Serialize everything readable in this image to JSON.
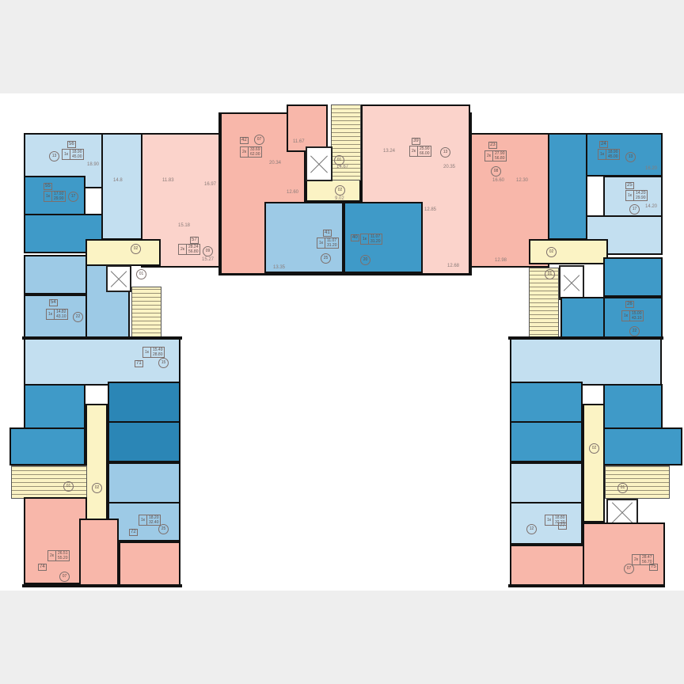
{
  "plan": {
    "colors": {
      "background_band": "#eeeeee",
      "studio_light": "#c3dff0",
      "studio_mid": "#9dcae6",
      "one_room_dark": "#3f9ac8",
      "one_room_deep": "#2b86b6",
      "two_room_pink": "#f8b7aa",
      "two_room_light_pink": "#fbd3cb",
      "common_area_yellow": "#fbf3c4",
      "wall": "#111111"
    },
    "apartments": [
      {
        "id": "56",
        "type": "1к",
        "living": "18.90",
        "total": "45.00",
        "room_circle": "13",
        "area": "light-blue"
      },
      {
        "id": "55",
        "type": "1к",
        "living": "17.92",
        "total": "29.90",
        "room_circle": "17",
        "area": "dark-blue"
      },
      {
        "id": "57",
        "type": "2к",
        "living": "28.24",
        "total": "56.80",
        "room_circle": "09",
        "area": "light-pink"
      },
      {
        "id": "54",
        "type": "1к",
        "living": "14.82",
        "total": "43.10",
        "room_circle": "22",
        "area": "mid-blue"
      },
      {
        "id": "42",
        "type": "2к",
        "living": "33.69",
        "total": "62.00",
        "room_circle": "07",
        "area": "pink"
      },
      {
        "id": "41",
        "type": "1к",
        "living": "11.07",
        "total": "31.20",
        "room_circle": "25",
        "area": "light-blue"
      },
      {
        "id": "40",
        "type": "1к",
        "living": "11.07",
        "total": "31.20",
        "room_circle": "20",
        "area": "dark-blue"
      },
      {
        "id": "39",
        "type": "2к",
        "living": "25.90",
        "total": "66.00",
        "room_circle": "13",
        "area": "light-pink"
      },
      {
        "id": "23",
        "type": "2к",
        "living": "27.90",
        "total": "56.80",
        "room_circle": "08",
        "area": "light-pink"
      },
      {
        "id": "24",
        "type": "1к",
        "living": "18.90",
        "total": "45.00",
        "room_circle": "13",
        "area": "dark-blue"
      },
      {
        "id": "25",
        "type": "1к",
        "living": "14.20",
        "total": "29.90",
        "room_circle": "17",
        "area": "light-blue"
      },
      {
        "id": "26",
        "type": "1к",
        "living": "15.00",
        "total": "43.10",
        "room_circle": "22",
        "area": "dark-blue"
      },
      {
        "id": "71",
        "type": "1к",
        "living": "15.49",
        "total": "28.80",
        "room_circle": "15",
        "area": "light-blue"
      },
      {
        "id": "72",
        "type": "1к",
        "living": "18.20",
        "total": "32.40",
        "room_circle": "25",
        "area": "light-blue"
      },
      {
        "id": "74",
        "type": "2к",
        "living": "26.51",
        "total": "55.20",
        "room_circle": "07",
        "area": "pink"
      },
      {
        "id": "77",
        "type": "1к",
        "living": "18.80",
        "total": "32.20",
        "room_circle": "12",
        "area": "light-blue"
      },
      {
        "id": "75",
        "type": "2к",
        "living": "28.47",
        "total": "56.70",
        "room_circle": "07",
        "area": "pink"
      }
    ],
    "common_labels": {
      "corridor_left_top": "02",
      "stair_left_top": "01",
      "corridor_center": "02",
      "stair_center": "01",
      "corridor_right_top": "02",
      "stair_right_top": "01",
      "corridor_left_bottom": "02",
      "stair_left_bottom": "01",
      "corridor_right_bottom": "02",
      "stair_right_bottom": "01"
    },
    "room_areas": {
      "a56_living": "18.90",
      "a56_kitchen": "14.8",
      "a57_room07": "11.83",
      "a57_room08": "16.97",
      "a57_hall": "15.18",
      "a57_room09": "15.27",
      "a42_room06": "11.67",
      "a42_room07": "20.34",
      "a42_hall": "12.60",
      "a42_room08": "13.35",
      "center_corridor": "9.02",
      "center_stair": "14.67",
      "a39_room14": "13.24",
      "a39_room13": "20.35",
      "a39_hall": "12.85",
      "a39_room15": "12.68",
      "a23_room08": "16.60",
      "a23_room07": "12.30",
      "a23_room09": "12.98",
      "a24_room13": "16.20",
      "a25_room17": "14.20"
    }
  }
}
